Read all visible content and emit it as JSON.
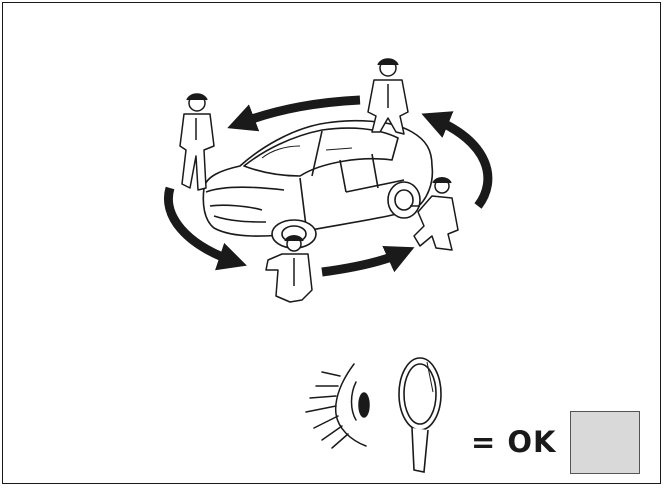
{
  "result": {
    "ok_label": "= OK"
  },
  "colors": {
    "line": "#1a1a1a",
    "checkbox_fill": "#d9d9d9",
    "arrow": "#1a1a1a"
  },
  "icons": [
    "car",
    "mechanic-figure",
    "circular-arrow",
    "eye-icon",
    "magnifying-glass-icon",
    "checkbox"
  ]
}
